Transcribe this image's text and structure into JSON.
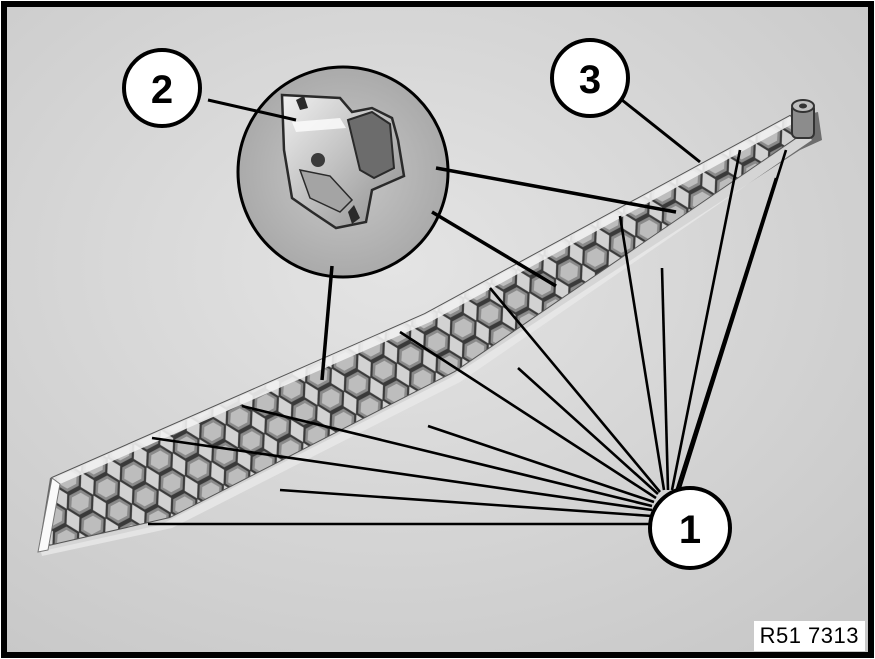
{
  "figure": {
    "callouts": [
      {
        "label": "1",
        "part": "clip-locations"
      },
      {
        "label": "2",
        "part": "spring-nut-clip"
      },
      {
        "label": "3",
        "part": "trim-grille"
      }
    ],
    "reference_code": "R51 7313",
    "colors": {
      "background": "#d8d8d8",
      "line": "#000000",
      "frame": "#000000",
      "part_light": "#e6e6e6",
      "part_dark": "#6f6f6f"
    }
  }
}
